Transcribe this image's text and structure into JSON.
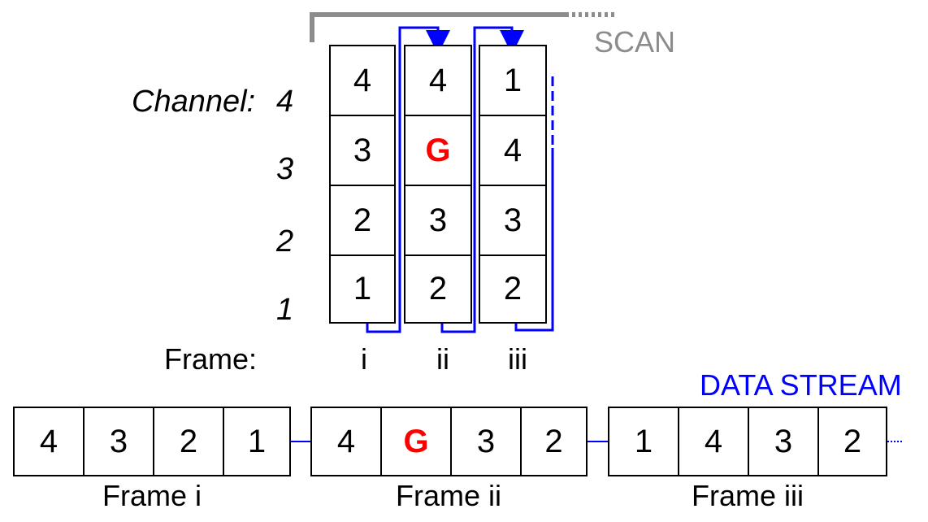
{
  "colors": {
    "scan_gray": "#8c8c8c",
    "stream_blue": "#0000ff",
    "gap_red": "#ff0000",
    "border": "#000000"
  },
  "scan_label": "SCAN",
  "channel_prefix": "Channel:",
  "channels": [
    "4",
    "3",
    "2",
    "1"
  ],
  "frame_prefix": "Frame:",
  "frames": [
    {
      "id": "i",
      "cells": [
        "4",
        "3",
        "2",
        "1"
      ],
      "highlight": []
    },
    {
      "id": "ii",
      "cells": [
        "4",
        "G",
        "3",
        "2"
      ],
      "highlight": [
        1
      ]
    },
    {
      "id": "iii",
      "cells": [
        "1",
        "4",
        "3",
        "2"
      ],
      "highlight": []
    }
  ],
  "stream_title": "DATA STREAM",
  "stream_frames": [
    {
      "caption": "Frame i",
      "cells": [
        "4",
        "3",
        "2",
        "1"
      ],
      "highlight": []
    },
    {
      "caption": "Frame ii",
      "cells": [
        "4",
        "G",
        "3",
        "2"
      ],
      "highlight": [
        1
      ]
    },
    {
      "caption": "Frame iii",
      "cells": [
        "1",
        "4",
        "3",
        "2"
      ],
      "highlight": []
    }
  ]
}
